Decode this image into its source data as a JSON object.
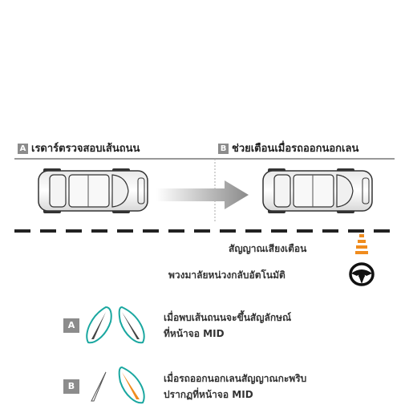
{
  "section_a": {
    "badge": "A",
    "title": "เรดาร์ตรวจสอบเส้นถนน"
  },
  "section_b": {
    "badge": "B",
    "title": "ช่วยเตือนเมื่อรถออกนอกเลน"
  },
  "alerts": {
    "sound": "สัญญาณเสียงเตือน",
    "steering": "พวงมาลัยหน่วงกลับอัตโนมัติ"
  },
  "legend": [
    {
      "badge": "A",
      "line1": "เมื่อพบเส้นถนนจะขึ้นสัญลักษณ์",
      "line2": "ที่หน้าจอ MID"
    },
    {
      "badge": "B",
      "line1": "เมื่อรถออกนอกเลนสัญญาณกะพริบ",
      "line2": "ปรากฏที่หน้าจอ MID"
    }
  ],
  "icons": {
    "sound_warning": "sound-warning-icon",
    "steering_wheel": "steering-wheel-icon",
    "lane_icon": "lane-marker-icon"
  },
  "colors": {
    "accent_orange": "#f08c1e",
    "teal": "#1aa7a0",
    "gray_badge": "#8c8c8c",
    "road_line": "#222222"
  }
}
